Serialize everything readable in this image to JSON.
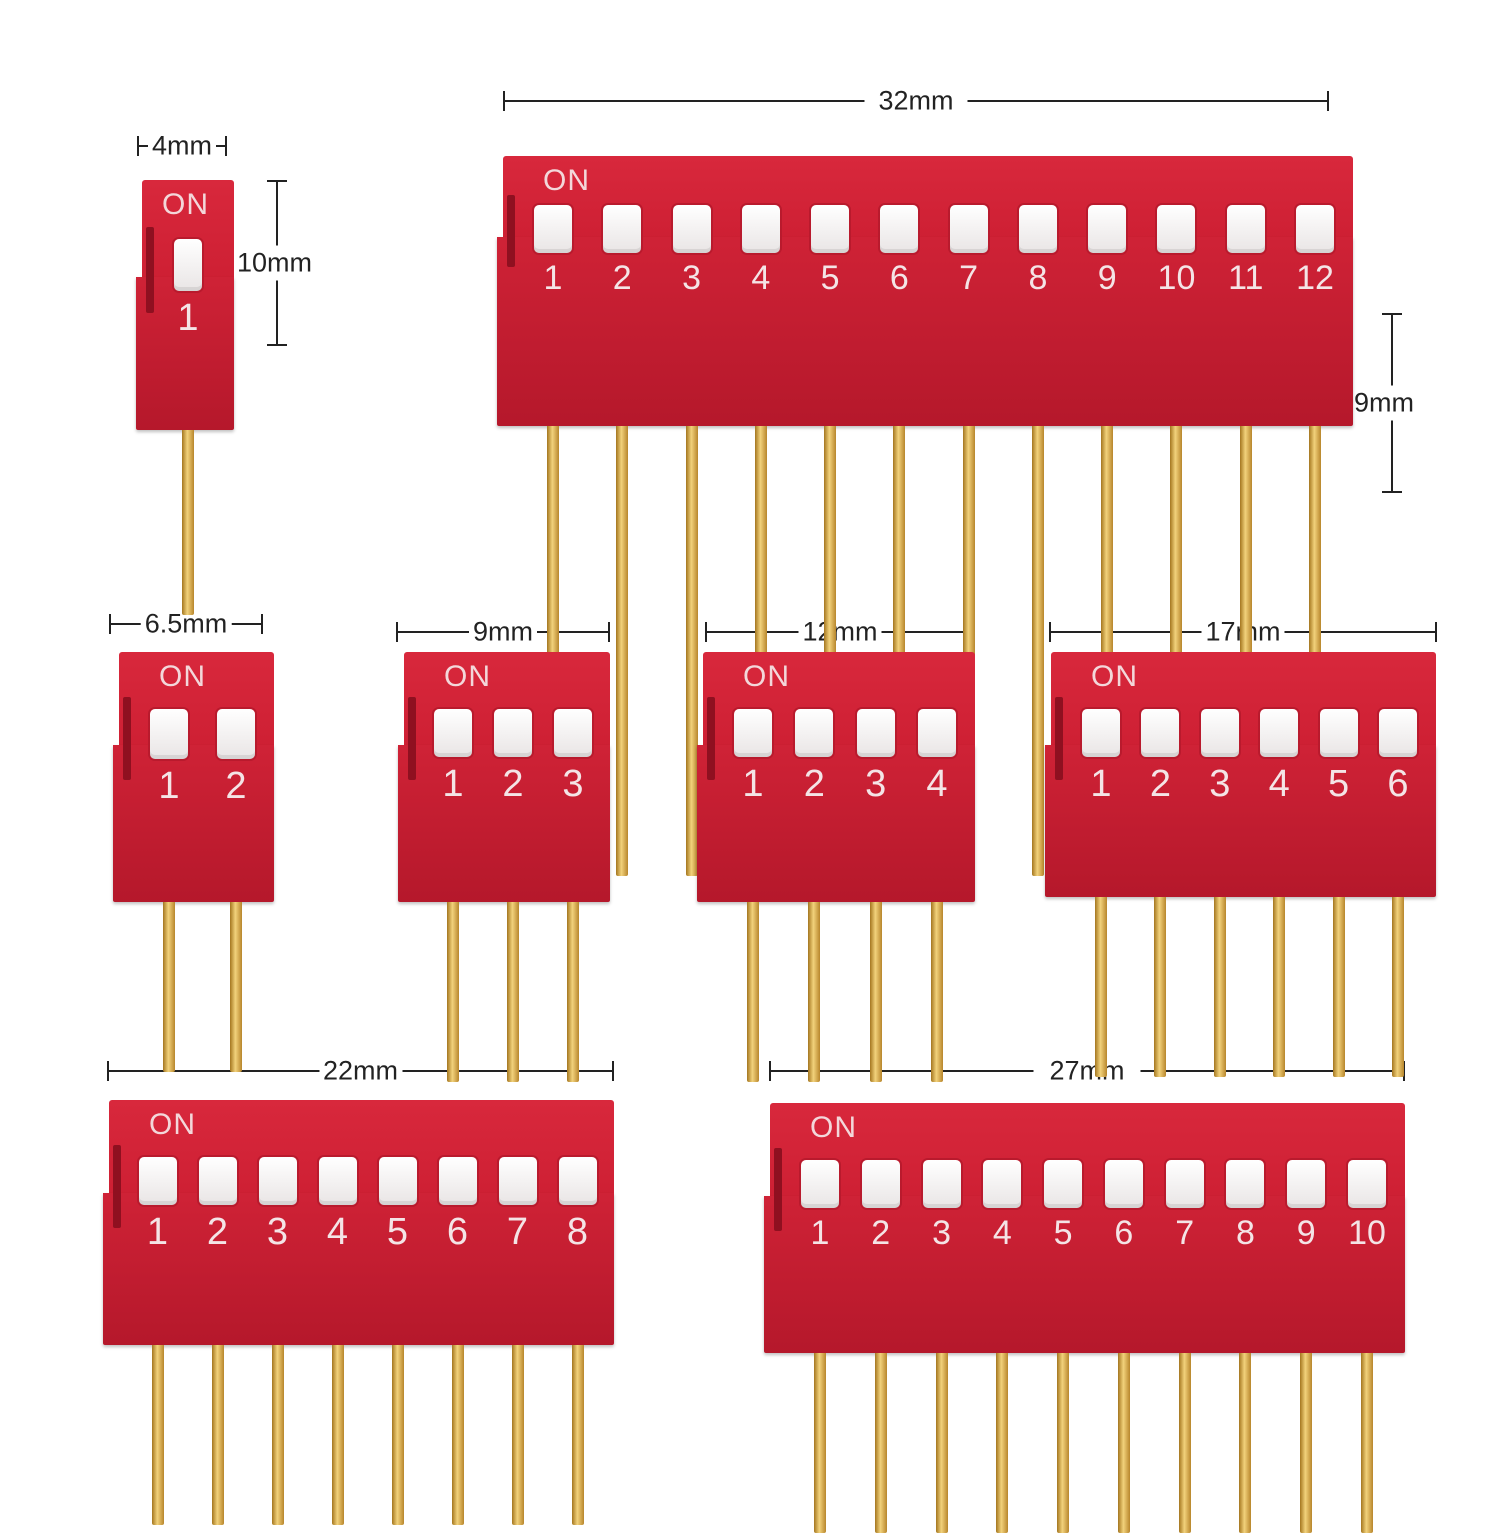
{
  "colors": {
    "body": "#cc1e32",
    "knob": "#ffffff",
    "pin": "#d9ad52",
    "dimension_line": "#222222"
  },
  "on_label": "ON",
  "switches": [
    {
      "id": "1-position",
      "positions": 1,
      "numbers": [
        "1"
      ],
      "width_label": "4mm",
      "height_label": "10mm"
    },
    {
      "id": "12-position",
      "positions": 12,
      "numbers": [
        "1",
        "2",
        "3",
        "4",
        "5",
        "6",
        "7",
        "8",
        "9",
        "10",
        "11",
        "12"
      ],
      "width_label": "32mm",
      "height_label": "9mm"
    },
    {
      "id": "2-position",
      "positions": 2,
      "numbers": [
        "1",
        "2"
      ],
      "width_label": "6.5mm"
    },
    {
      "id": "3-position",
      "positions": 3,
      "numbers": [
        "1",
        "2",
        "3"
      ],
      "width_label": "9mm"
    },
    {
      "id": "4-position",
      "positions": 4,
      "numbers": [
        "1",
        "2",
        "3",
        "4"
      ],
      "width_label": "12mm"
    },
    {
      "id": "6-position",
      "positions": 6,
      "numbers": [
        "1",
        "2",
        "3",
        "4",
        "5",
        "6"
      ],
      "width_label": "17mm"
    },
    {
      "id": "8-position",
      "positions": 8,
      "numbers": [
        "1",
        "2",
        "3",
        "4",
        "5",
        "6",
        "7",
        "8"
      ],
      "width_label": "22mm"
    },
    {
      "id": "10-position",
      "positions": 10,
      "numbers": [
        "1",
        "2",
        "3",
        "4",
        "5",
        "6",
        "7",
        "8",
        "9",
        "10"
      ],
      "width_label": "27mm"
    }
  ]
}
